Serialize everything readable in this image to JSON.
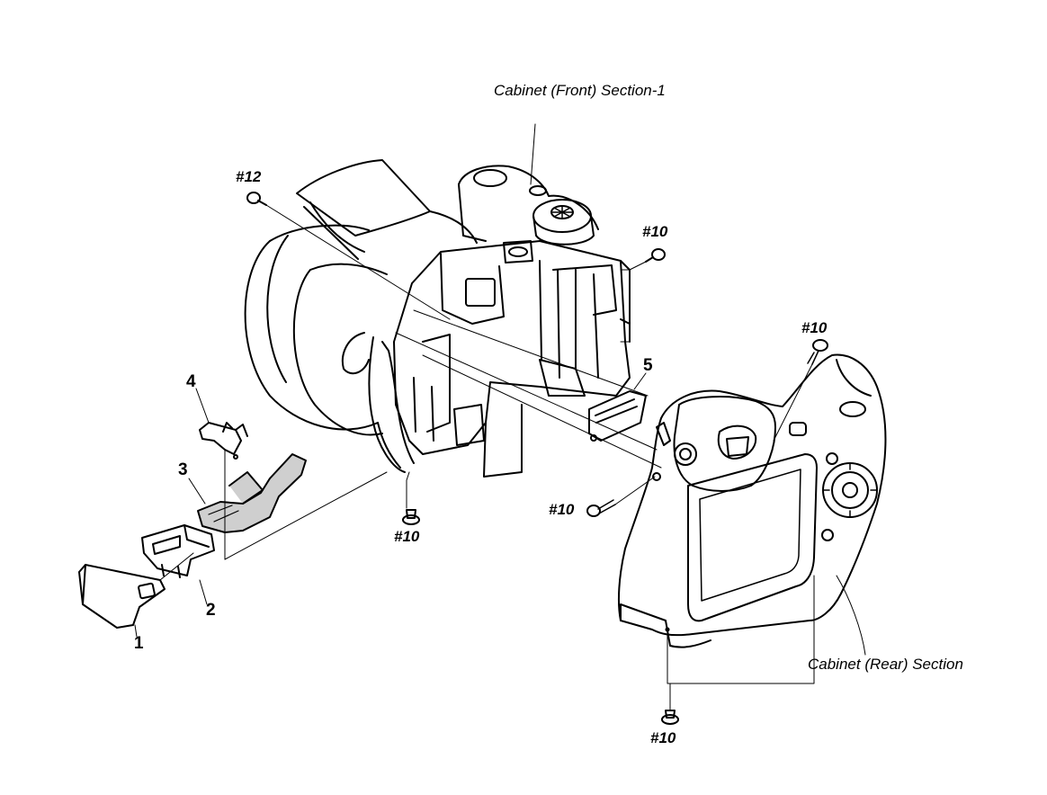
{
  "labels": {
    "cabinet_front": "Cabinet (Front) Section-1",
    "cabinet_rear": "Cabinet (Rear) Section",
    "screw_12": "#12",
    "screw_10": "#10",
    "part_1": "1",
    "part_2": "2",
    "part_3": "3",
    "part_4": "4",
    "part_5": "5"
  },
  "colors": {
    "ink": "#000000",
    "paper": "#ffffff",
    "shade": "#cfcfcf"
  }
}
